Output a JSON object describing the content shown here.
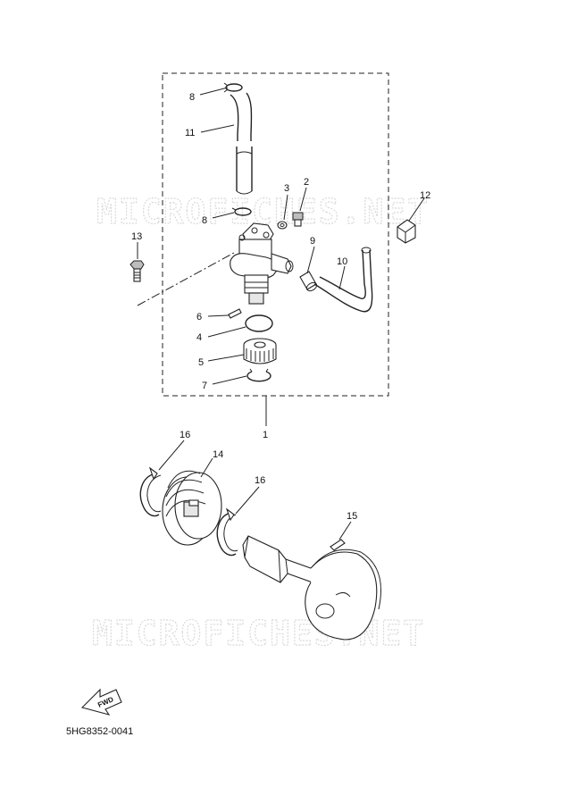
{
  "watermark": "MICROFICHES.NET",
  "drawing_code": "5HG8352-0041",
  "fwd_label": "FWD",
  "callouts": {
    "c1": "1",
    "c2": "2",
    "c3": "3",
    "c4": "4",
    "c5": "5",
    "c6": "6",
    "c7": "7",
    "c8a": "8",
    "c8b": "8",
    "c9": "9",
    "c10": "10",
    "c11": "11",
    "c12": "12",
    "c13": "13",
    "c14": "14",
    "c15": "15",
    "c16a": "16",
    "c16b": "16"
  }
}
